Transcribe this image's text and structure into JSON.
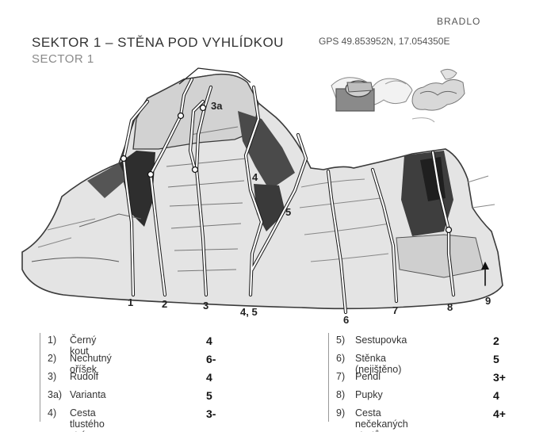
{
  "header": {
    "area": "BRADLO",
    "title": "SEKTOR 1 – STĚNA POD VYHLÍDKOU",
    "subtitle": "SECTOR 1",
    "gps": "GPS 49.853952N, 17.054350E"
  },
  "topo": {
    "route_markers": [
      "1",
      "2",
      "3",
      "4, 5",
      "6",
      "7",
      "8",
      "9"
    ],
    "inline_labels": [
      "3a",
      "4",
      "5"
    ]
  },
  "legend": {
    "left": [
      {
        "num": "1)",
        "name": "Černý kout",
        "grade": "4"
      },
      {
        "num": "2)",
        "name": "Nechutný oříšek",
        "grade": "6-"
      },
      {
        "num": "3)",
        "name": "Rudolf",
        "grade": "4"
      },
      {
        "num": "3a)",
        "name": "Varianta",
        "grade": "5"
      },
      {
        "num": "4)",
        "name": "Cesta tlustého strýce",
        "grade": "3-"
      }
    ],
    "right": [
      {
        "num": "5)",
        "name": "Sestupovka",
        "grade": "2"
      },
      {
        "num": "6)",
        "name": "Stěnka (nejištěno)",
        "grade": "5"
      },
      {
        "num": "7)",
        "name": "Pendl",
        "grade": "3+"
      },
      {
        "num": "8)",
        "name": "Pupky",
        "grade": "4"
      },
      {
        "num": "9)",
        "name": "Cesta nečekaných startů",
        "grade": "4+"
      }
    ]
  }
}
